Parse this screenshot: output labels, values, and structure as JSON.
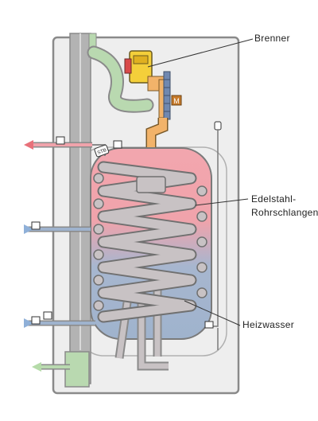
{
  "labels": {
    "burner": "Brenner",
    "coil_line1": "Edelstahl-",
    "coil_line2": "Rohrschlangen",
    "heating_water": "Heizwasser"
  },
  "badges": {
    "stb": "STB",
    "motor": "M"
  },
  "colors": {
    "housing_fill": "#eeeeee",
    "housing_stroke": "#8a8a8a",
    "hot_water": "#f0a3ab",
    "cold_water": "#9fb3cd",
    "coil": "#c8c2c4",
    "coil_stroke": "#707070",
    "flue": "#b9d9b0",
    "gas_pipe": "#f2b36a",
    "burner_yellow": "#f4cf3a",
    "hot_arrow": "#e8717a",
    "cold_arrow": "#8fb0d8",
    "drain_arrow": "#b5dba9"
  }
}
